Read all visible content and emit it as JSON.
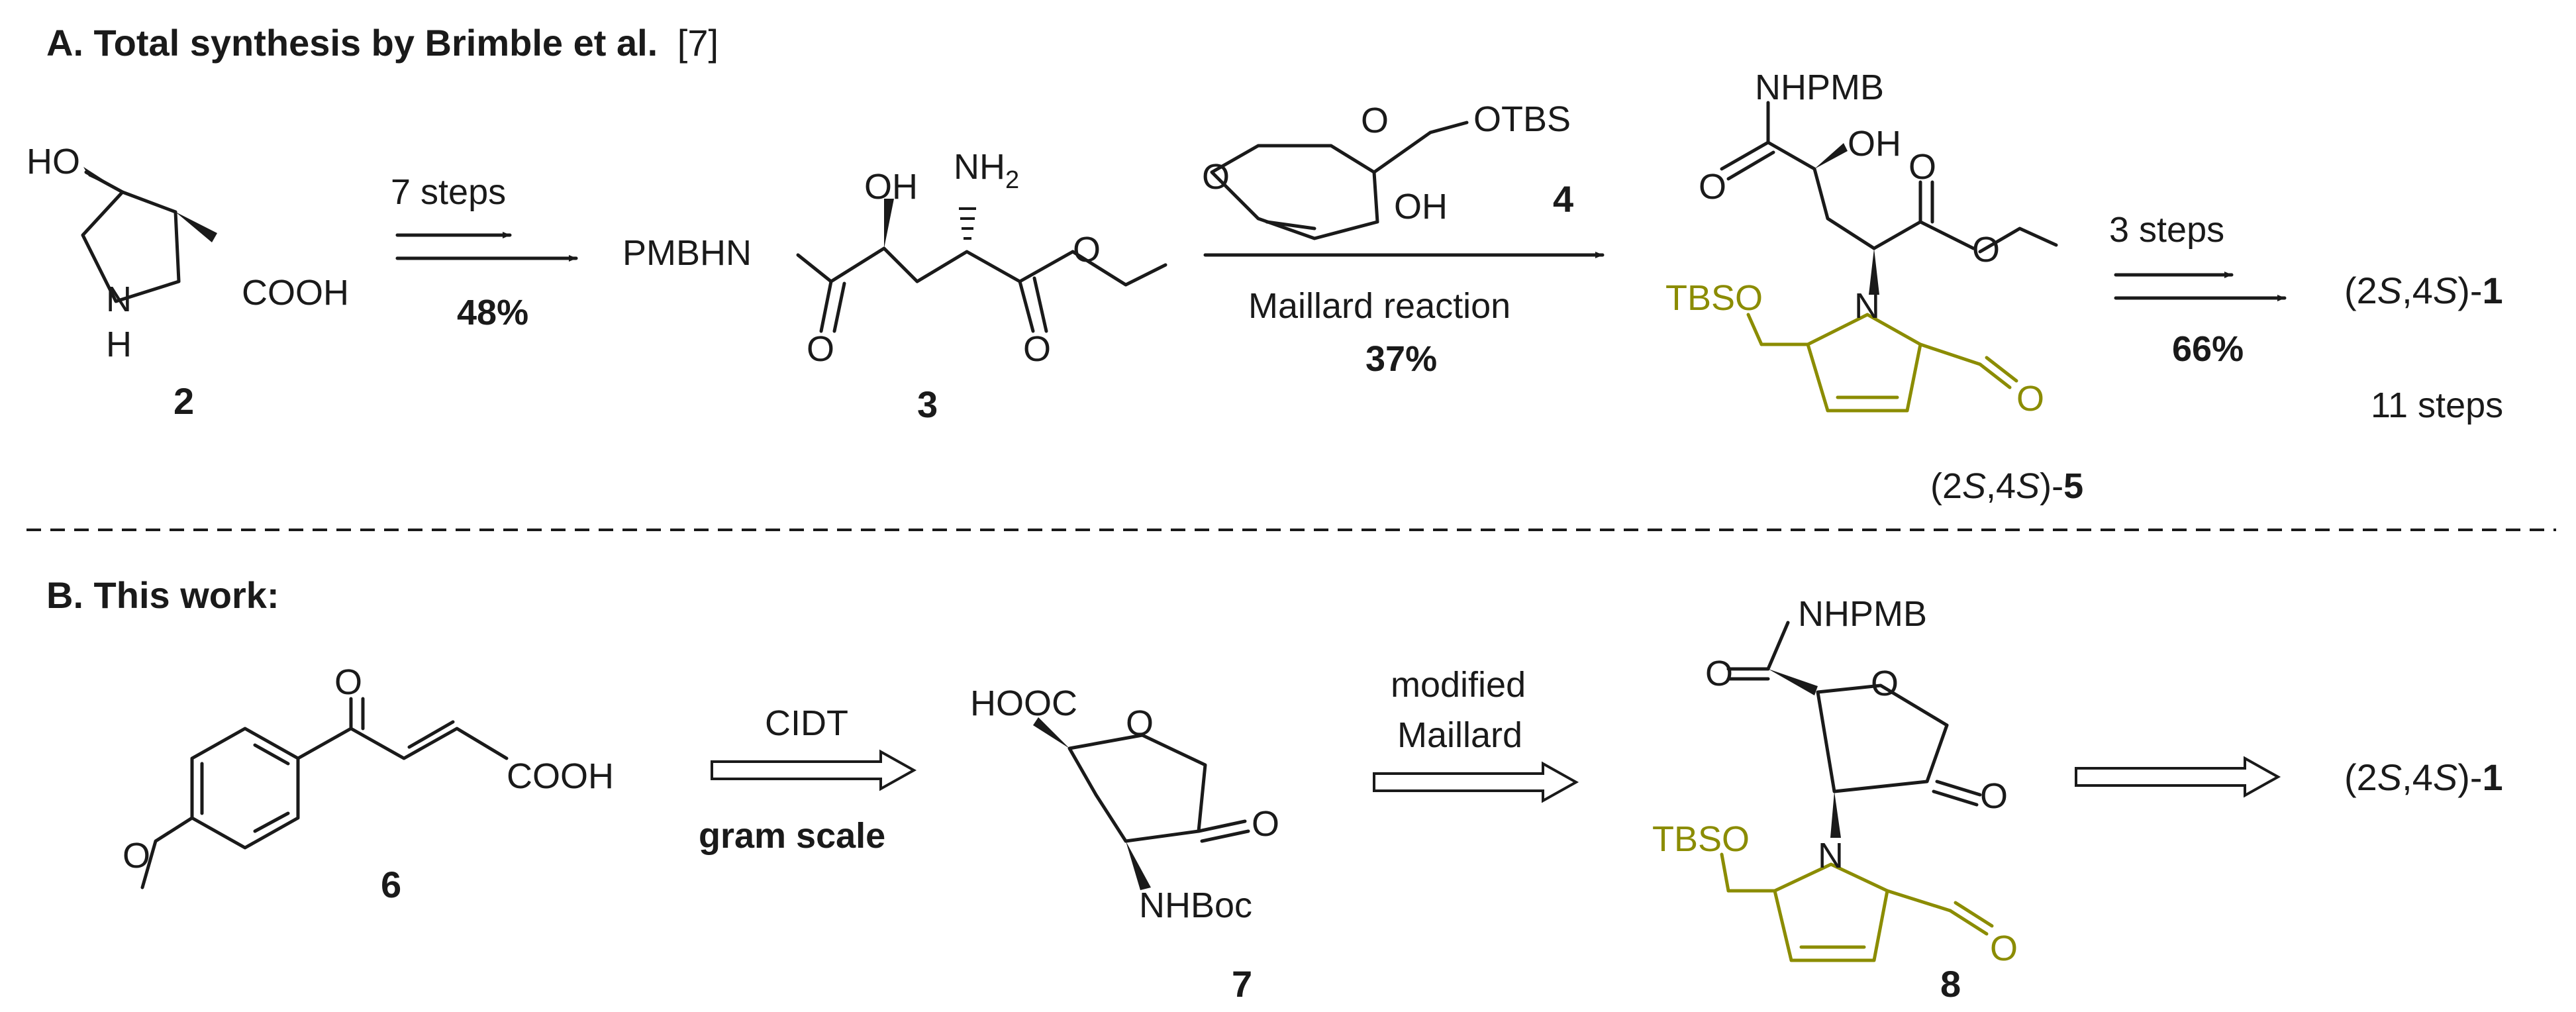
{
  "sectionA": {
    "prefix": "A. Total synthesis by Brimble et al.",
    "ref": "[7]"
  },
  "sectionB": {
    "title": "B. This work:"
  },
  "colors": {
    "highlight": "#8b8c00",
    "ink": "#1a1a1a"
  },
  "compounds": {
    "c2": {
      "label": "2",
      "ho": "HO",
      "nh": "N",
      "h": "H",
      "cooh": "COOH"
    },
    "c3": {
      "label": "3",
      "pmbhn": "PMBHN",
      "oh": "OH",
      "nh2": "NH",
      "sub2": "2",
      "o1": "O",
      "o2": "O",
      "o3": "O"
    },
    "c4": {
      "label": "4",
      "o_ring": "O",
      "otbs": "OTBS",
      "oh": "OH",
      "o_keto": "O"
    },
    "c5": {
      "nhpmb": "NHPMB",
      "o_amide": "O",
      "oh": "OH",
      "o1": "O",
      "o2": "O",
      "tbso": "TBSO",
      "n": "N",
      "o_cho": "O",
      "label_pre": "(2",
      "S1": "S",
      "label_mid": ",4",
      "S2": "S",
      "label_post": ")-",
      "num": "5"
    },
    "c6": {
      "label": "6",
      "o": "O",
      "cooh": "COOH",
      "o_me": "O"
    },
    "c7": {
      "label": "7",
      "hooc": "HOOC",
      "o_ring": "O",
      "o_keto": "O",
      "nhboc": "NHBoc"
    },
    "c8": {
      "label": "8",
      "nhpmb": "NHPMB",
      "o_amide": "O",
      "o_ring": "O",
      "o_keto": "O",
      "tbso": "TBSO",
      "n": "N",
      "o_cho": "O"
    }
  },
  "arrows": {
    "a1": {
      "top": "7 steps",
      "bottom": "48%"
    },
    "a2": {
      "bottom1": "Maillard reaction",
      "bottom2": "37%"
    },
    "a3": {
      "top": "3 steps",
      "bottom": "66%"
    },
    "b1": {
      "top": "CIDT",
      "bottom": "gram scale"
    },
    "b2": {
      "top1": "modified",
      "top2": "Maillard"
    }
  },
  "products": {
    "pA": {
      "pre": "(2",
      "S1": "S",
      "mid": ",4",
      "S2": "S",
      "post": ")-",
      "num": "1",
      "steps": "11  steps"
    },
    "pB": {
      "pre": "(2",
      "S1": "S",
      "mid": ",4",
      "S2": "S",
      "post": ")-",
      "num": "1"
    }
  }
}
